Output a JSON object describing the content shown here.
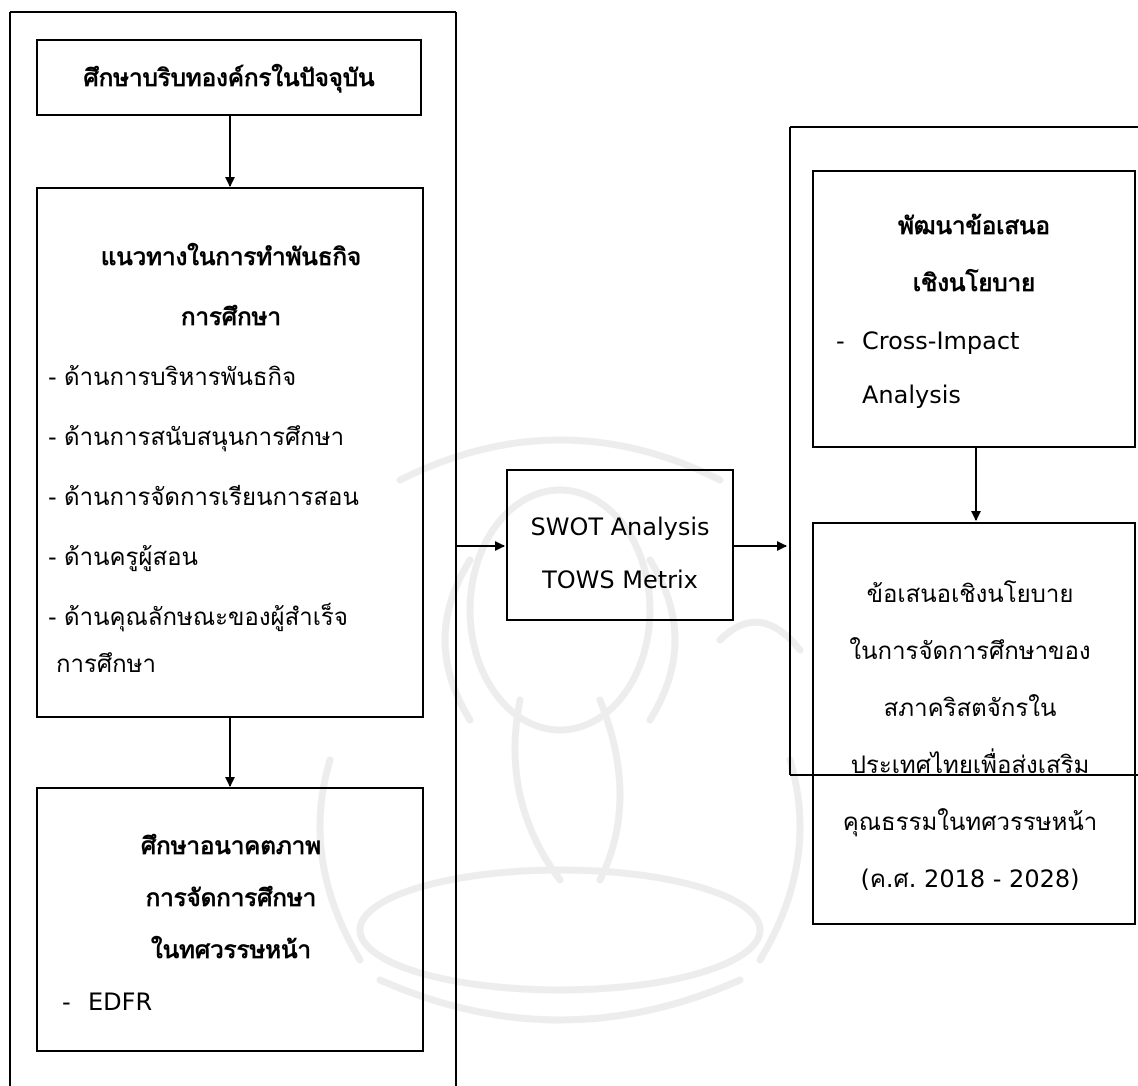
{
  "box_current_context": {
    "label": "ศึกษาบริบทองค์กรในปัจจุบัน"
  },
  "box_mission": {
    "title_line1": "แนวทางในการทำพันธกิจ",
    "title_line2": "การศึกษา",
    "items": [
      "ด้านการบริหารพันธกิจ",
      "ด้านการสนับสนุนการศึกษา",
      "ด้านการจัดการเรียนการสอน",
      "ด้านครูผู้สอน",
      "ด้านคุณลักษณะของผู้สำเร็จ"
    ],
    "item_continuation": "การศึกษา"
  },
  "box_future": {
    "title_line1": "ศึกษาอนาคตภาพ",
    "title_line2": "การจัดการศึกษา",
    "title_line3": "ในทศวรรษหน้า",
    "items": [
      "EDFR"
    ]
  },
  "box_swot": {
    "line1": "SWOT Analysis",
    "line2": "TOWS Metrix"
  },
  "box_policy_dev": {
    "title_line1": "พัฒนาข้อเสนอ",
    "title_line2": "เชิงนโยบาย",
    "item_line1": "Cross-Impact",
    "item_line2": "Analysis"
  },
  "box_recommendation": {
    "lines": [
      "ข้อเสนอเชิงนโยบาย",
      "ในการจัดการศึกษาของ",
      "สภาคริสตจักรใน",
      "ประเทศไทยเพื่อส่งเสริม",
      "คุณธรรมในทศวรรษหน้า",
      "(ค.ศ. 2018 - 2028)"
    ]
  },
  "bullet_symbol": "-"
}
